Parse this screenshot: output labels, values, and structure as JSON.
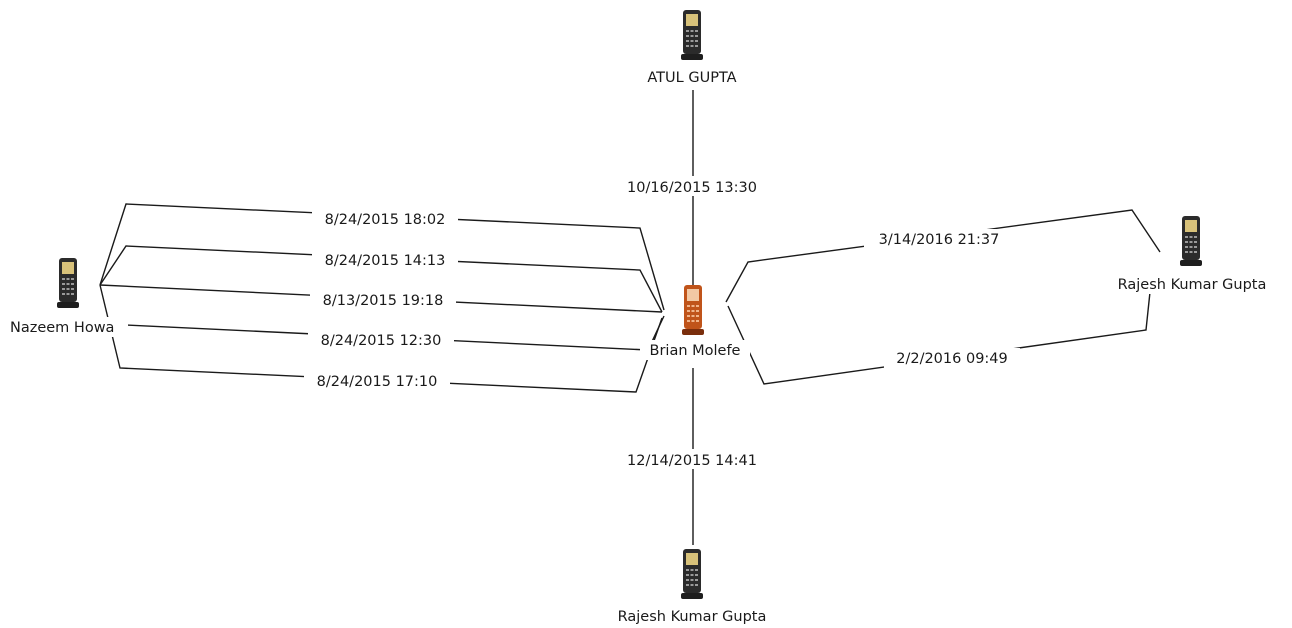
{
  "nodes": {
    "center": {
      "label": "Brian Molefe",
      "device": "phone-icon",
      "color": "#c0541a"
    },
    "top": {
      "label": "ATUL GUPTA",
      "device": "phone-icon",
      "color": "#2b2b2b"
    },
    "left": {
      "label": "Nazeem Howa",
      "device": "phone-icon",
      "color": "#2b2b2b"
    },
    "right": {
      "label": "Rajesh Kumar Gupta",
      "device": "phone-icon",
      "color": "#2b2b2b"
    },
    "bottom": {
      "label": "Rajesh Kumar Gupta",
      "device": "phone-icon",
      "color": "#2b2b2b"
    }
  },
  "edges": {
    "top": "10/16/2015 13:30",
    "left_1": "8/24/2015 18:02",
    "left_2": "8/24/2015 14:13",
    "left_3": "8/13/2015 19:18",
    "left_4": "8/24/2015 12:30",
    "left_5": "8/24/2015 17:10",
    "right_1": "3/14/2016 21:37",
    "right_2": "2/2/2016 09:49",
    "bottom": "12/14/2015 14:41"
  }
}
